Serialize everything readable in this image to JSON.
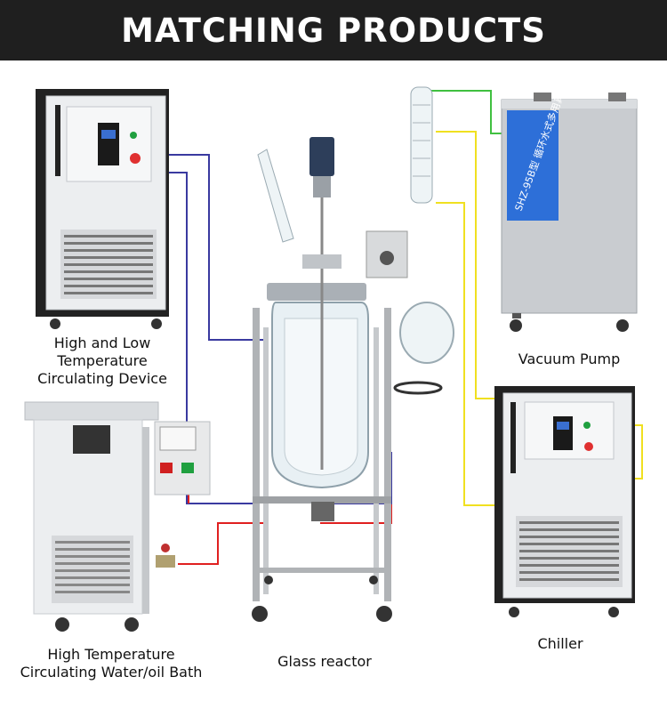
{
  "header": {
    "title": "MATCHING PRODUCTS"
  },
  "labels": {
    "high_low_line1": "High and Low",
    "high_low_line2": "Temperature",
    "high_low_line3": "Circulating Device",
    "vacuum_pump": "Vacuum Pump",
    "high_temp_line1": "High Temperature",
    "high_temp_line2": "Circulating Water/oil Bath",
    "glass_reactor": "Glass reactor",
    "chiller": "Chiller"
  },
  "device_text": {
    "pump_panel": "SHZ-95B型 循环水式多用真空泵"
  },
  "colors": {
    "banner": "#1f1f1f",
    "tube_blue": "#3a3aa0",
    "tube_red": "#e02020",
    "tube_yellow": "#f0e020",
    "tube_green": "#40c040",
    "cabinet": "#e9ebee",
    "cabinet_dark": "#222222",
    "pump_blue": "#2d6fd8"
  }
}
